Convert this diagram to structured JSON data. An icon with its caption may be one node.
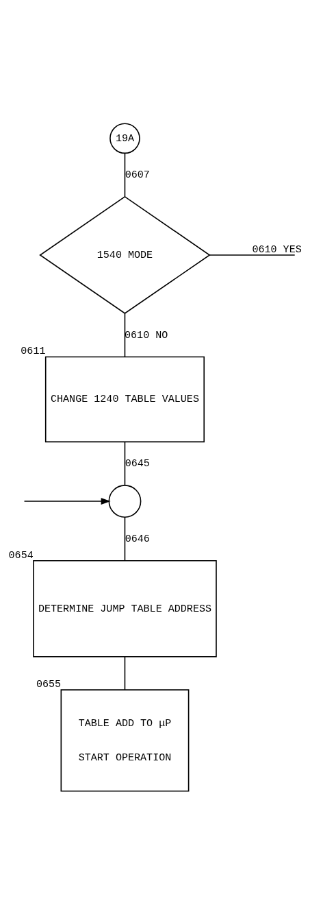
{
  "diagram": {
    "nodes": [
      {
        "text": [
          "19A"
        ]
      },
      {
        "text": [
          "1540 MODE"
        ]
      },
      {
        "text": [
          "CHANGE 1240 TABLE VALUES"
        ],
        "beside": [
          "0611"
        ]
      },
      {
        "text": [],
        "shape": "circle"
      },
      {
        "text": [
          "DETERMINE JUMP TABLE ADDRESS"
        ],
        "beside": [
          "0654"
        ]
      },
      {
        "text": [
          "TABLE ADD TO μP",
          "START OPERATION"
        ],
        "beside": [
          "0655"
        ]
      }
    ],
    "edges": [
      {
        "from": 0,
        "to": 1,
        "arrow": "none",
        "label": "0607"
      },
      {
        "from": 1,
        "to": null,
        "arrow": "none",
        "label": "0610 YES"
      },
      {
        "from": 1,
        "to": 2,
        "arrow": "none",
        "label": "0610 NO"
      },
      {
        "from": 2,
        "to": 3,
        "arrow": "none",
        "label": "0645"
      },
      {
        "from": null,
        "to": 3,
        "arrow": "to"
      },
      {
        "from": 3,
        "to": 4,
        "arrow": "none",
        "label": "0646"
      },
      {
        "from": 4,
        "to": 5,
        "arrow": "none"
      }
    ]
  }
}
